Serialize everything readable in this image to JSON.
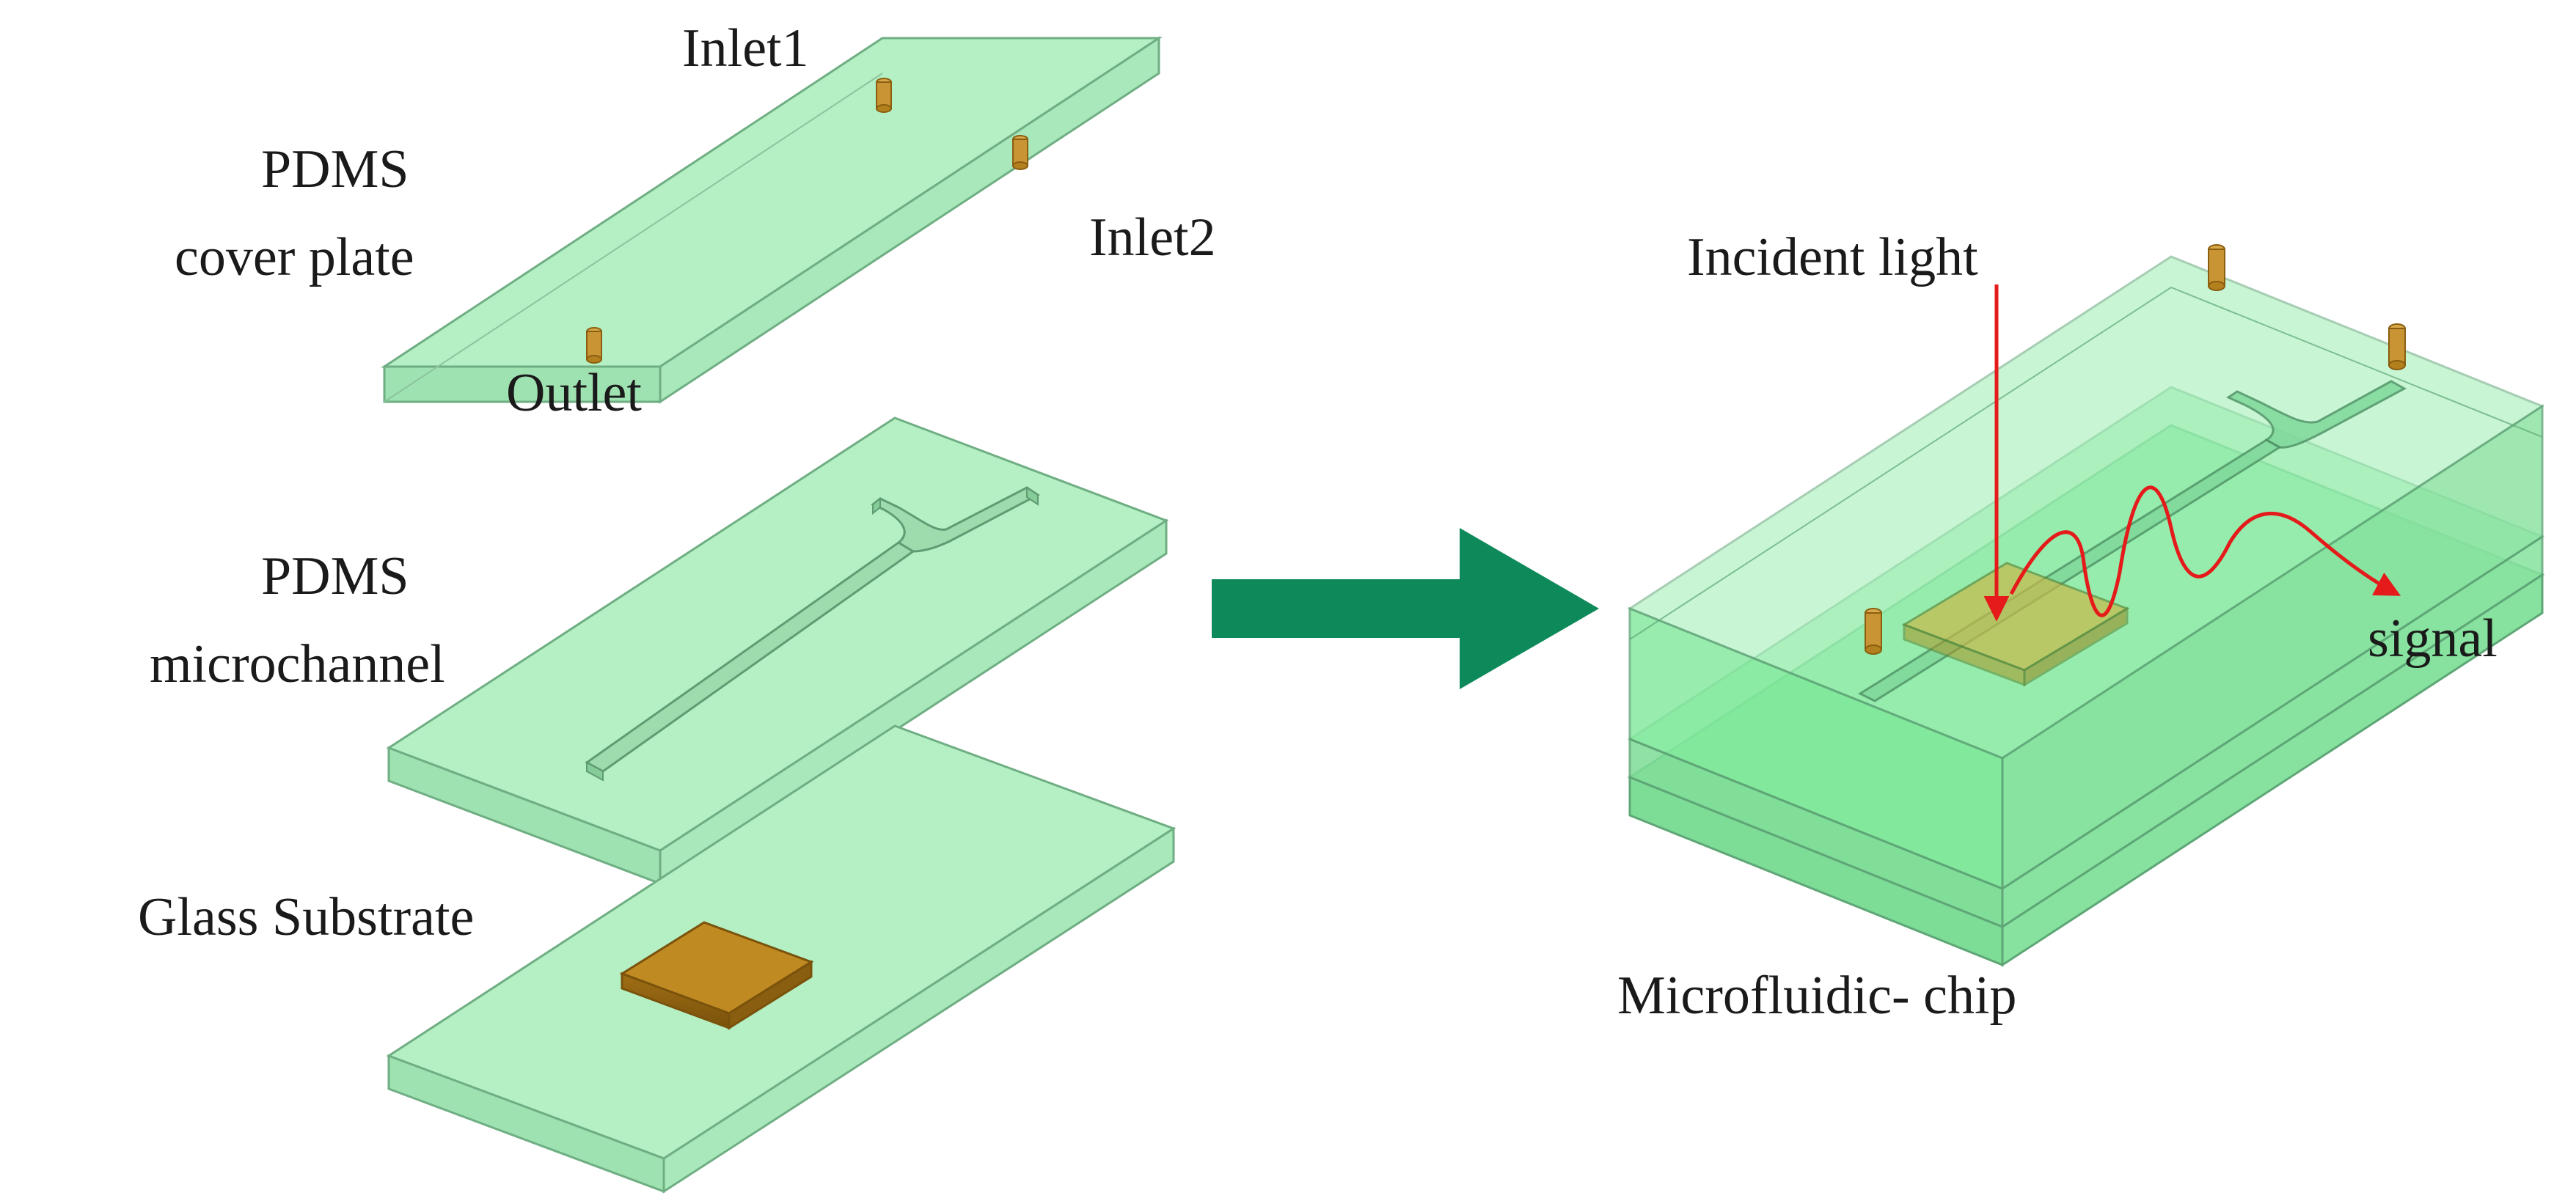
{
  "labels": {
    "inlet1": "Inlet1",
    "inlet2": "Inlet2",
    "outlet": "Outlet",
    "cover_plate_line1": "PDMS",
    "cover_plate_line2": "cover plate",
    "microchannel_line1": "PDMS",
    "microchannel_line2": "microchannel",
    "glass_substrate": "Glass Substrate",
    "incident_light": "Incident light",
    "signal": "signal",
    "microfluidic_chip": "Microfluidic- chip"
  },
  "colors": {
    "pdms_fill": "#b4f0c4",
    "pdms_edge": "#6fae83",
    "chip_fill": "#7fe89a",
    "gold": "#c08a22",
    "gold_dark": "#8a5e10",
    "arrow": "#0e8a5a",
    "light_ray": "#e51a1a"
  },
  "icons": {
    "process_arrow": "right-arrow-icon",
    "port": "cylinder-port-icon"
  }
}
